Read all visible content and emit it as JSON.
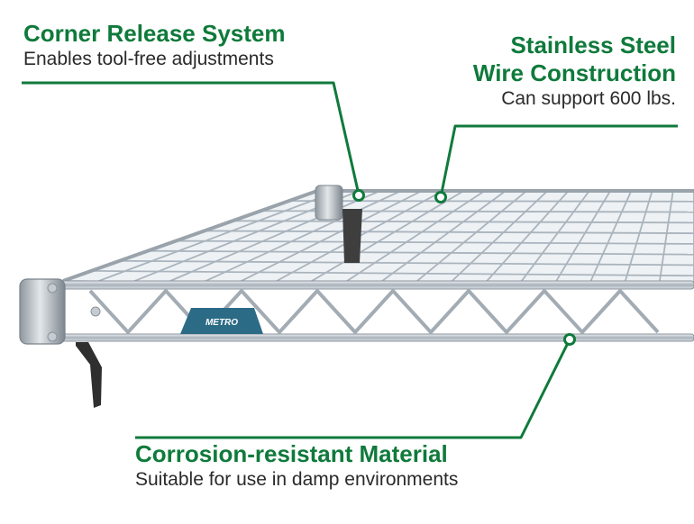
{
  "brand": {
    "logo_text": "METRO"
  },
  "accent_color": "#0f7a3b",
  "callouts": [
    {
      "title_lines": [
        "Corner Release System"
      ],
      "description": "Enables tool-free adjustments"
    },
    {
      "title_lines": [
        "Stainless Steel",
        "Wire Construction"
      ],
      "description": "Can support 600 lbs."
    },
    {
      "title_lines": [
        "Corrosion-resistant Material"
      ],
      "description": "Suitable for use in damp environments"
    }
  ]
}
